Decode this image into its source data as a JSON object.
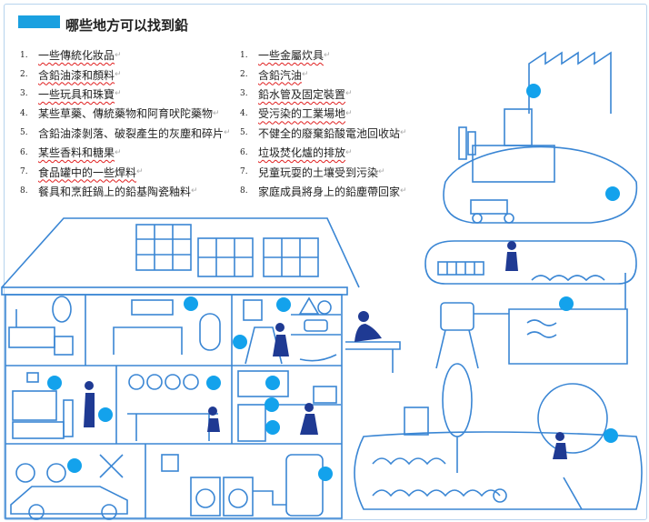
{
  "title": "哪些地方可以找到鉛",
  "left_list": [
    {
      "n": "1.",
      "text": "一些傳統化妝品"
    },
    {
      "n": "2.",
      "text": "含鉛油漆和顏料"
    },
    {
      "n": "3.",
      "text": "一些玩具和珠寶"
    },
    {
      "n": "4.",
      "text": "某些草藥、傳統藥物和阿育吠陀藥物"
    },
    {
      "n": "5.",
      "text": "含鉛油漆剝落、破裂產生的灰塵和碎片"
    },
    {
      "n": "6.",
      "text": "某些香料和糖果"
    },
    {
      "n": "7.",
      "text": "食品罐中的一些焊料"
    },
    {
      "n": "8.",
      "text": "餐具和烹飪鍋上的鉛基陶瓷釉料"
    }
  ],
  "right_list": [
    {
      "n": "1.",
      "text": "一些金屬炊具"
    },
    {
      "n": "2.",
      "text": "含鉛汽油"
    },
    {
      "n": "3.",
      "text": "鉛水管及固定裝置"
    },
    {
      "n": "4.",
      "text": "受污染的工業場地"
    },
    {
      "n": "5.",
      "text": "不健全的廢棄鉛酸電池回收站"
    },
    {
      "n": "6.",
      "text": "垃圾焚化爐的排放"
    },
    {
      "n": "7.",
      "text": "兒童玩耍的土壤受到污染"
    },
    {
      "n": "8.",
      "text": "家庭成員將身上的鉛塵帶回家"
    }
  ],
  "paragraph_mark": "↵",
  "colors": {
    "accent": "#1aa0e0",
    "line": "#3a86d4",
    "figure": "#1f3a93"
  }
}
